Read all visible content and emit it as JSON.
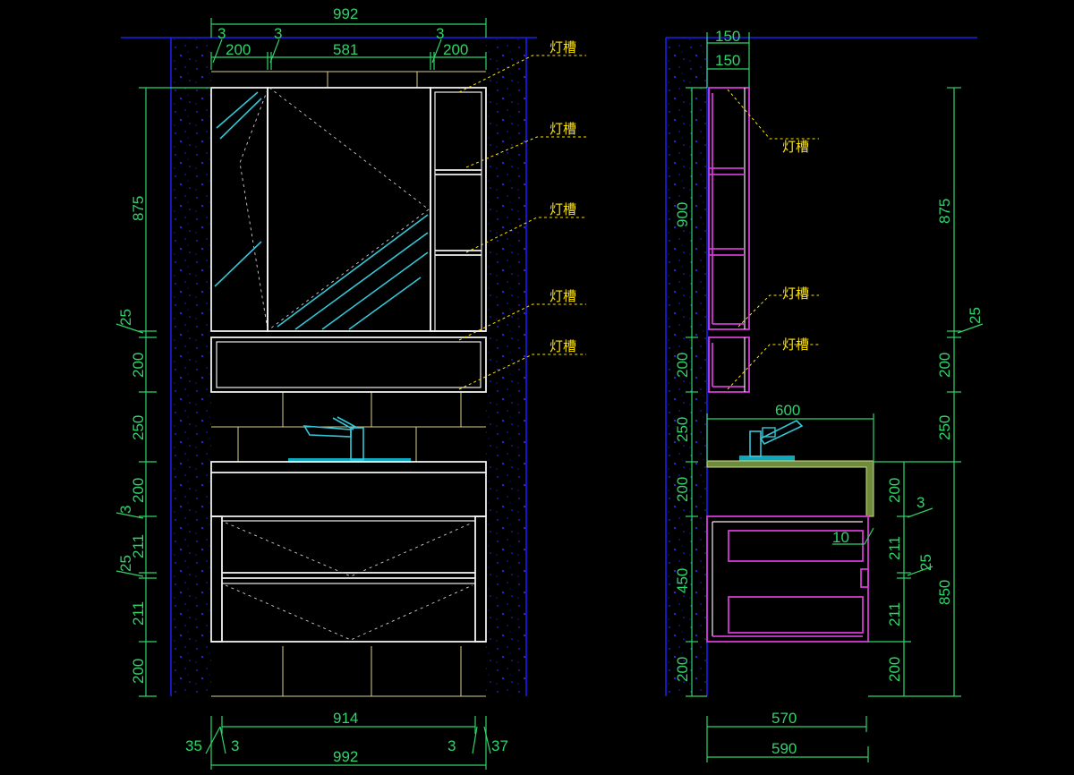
{
  "front_view": {
    "top_dims": {
      "overall": "992",
      "gap_left": "3",
      "gap_mid": "3",
      "gap_right": "3",
      "left": "200",
      "middle": "581",
      "right": "200"
    },
    "left_dims": [
      "875",
      "25",
      "200",
      "250",
      "200",
      "3",
      "211",
      "25",
      "211",
      "200"
    ],
    "bottom_dims": {
      "inner": "914",
      "overall": "992",
      "left_offset": "35",
      "left_gap": "3",
      "right_gap": "3",
      "right_offset": "37"
    },
    "light_slot_labels": [
      "灯槽",
      "灯槽",
      "灯槽",
      "灯槽",
      "灯槽"
    ]
  },
  "side_view": {
    "top_dims": [
      "150",
      "150"
    ],
    "left_dims": [
      "900",
      "200",
      "250",
      "200",
      "450",
      "200"
    ],
    "right_dims": [
      "875",
      "25",
      "200",
      "250",
      "200",
      "3",
      "211",
      "25",
      "850",
      "211",
      "200"
    ],
    "counter_dim": "600",
    "gap_dim": "10",
    "bottom_dims": [
      "570",
      "590"
    ],
    "light_slot_labels": [
      "灯槽",
      "灯槽",
      "灯槽"
    ]
  },
  "colors": {
    "dimension": "#2fd46a",
    "outline": "#f0f0f0",
    "wall": "#1d1df0",
    "side_cabinet": "#d23ad2",
    "label": "#ffe400",
    "faucet": "#35c7d8"
  }
}
